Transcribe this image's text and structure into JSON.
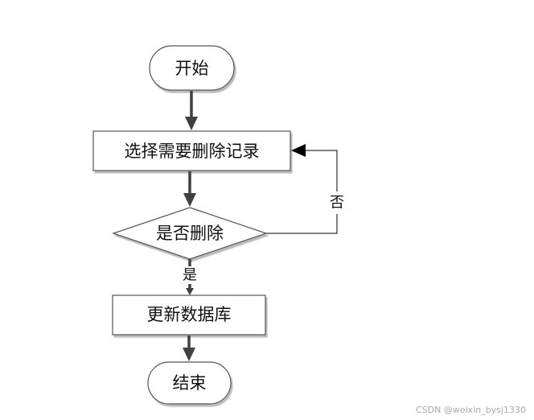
{
  "nodes": {
    "start": "开始",
    "select": "选择需要删除记录",
    "decide": "是否删除",
    "update": "更新数据库",
    "end": "结束"
  },
  "edges": {
    "yes": "是",
    "no": "否"
  },
  "watermark": "CSDN @weixin_bysj1330"
}
